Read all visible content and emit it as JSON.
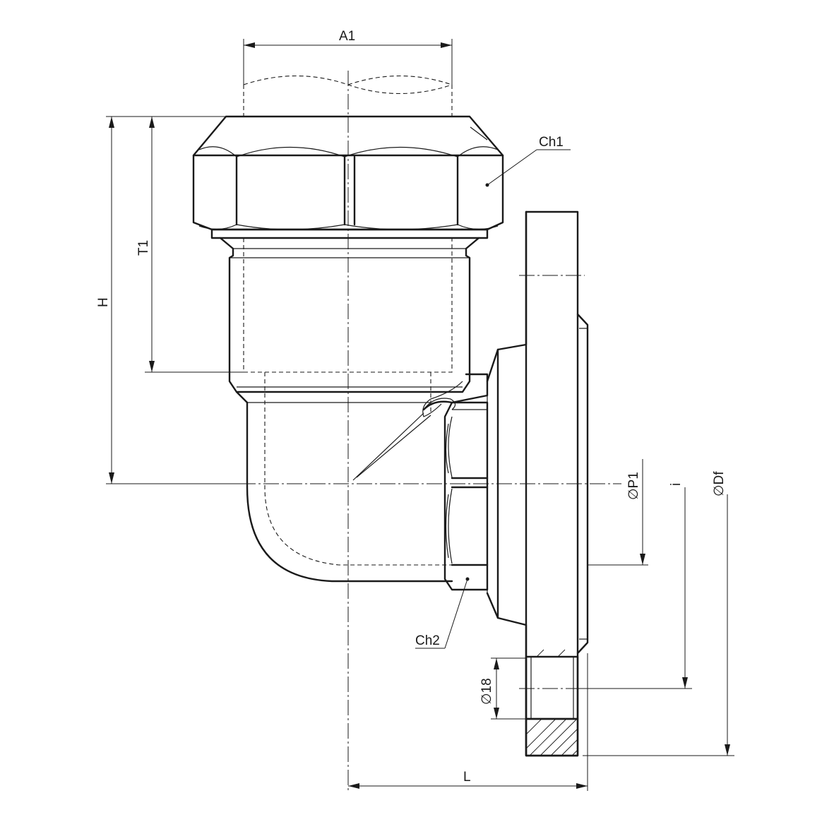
{
  "labels": {
    "a1": "A1",
    "ch1": "Ch1",
    "ch2": "Ch2",
    "h": "H",
    "t1": "T1",
    "p1": "∅P1",
    "i": "i",
    "df": "∅Df",
    "d18": "∅18",
    "l": "L"
  }
}
